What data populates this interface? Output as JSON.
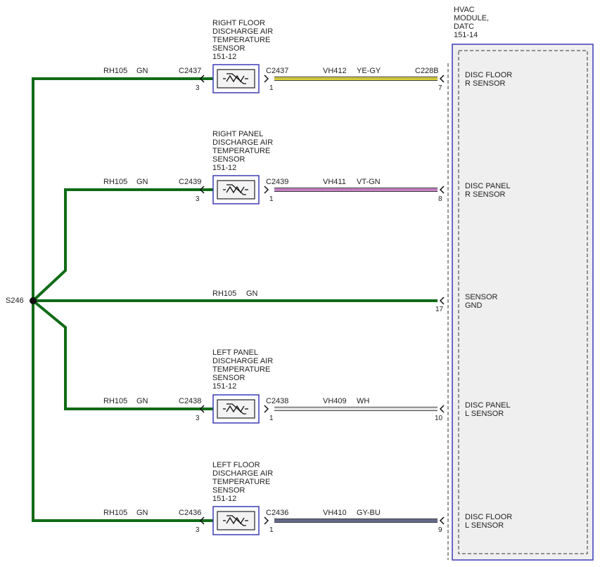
{
  "colors": {
    "ground_wire": "#0f6b16",
    "ye_gy": "#e8e23c",
    "vt_gn": "#d98ad9",
    "wh": "#ffffff",
    "gy_bu": "#6a6f98",
    "module_fill": "#efefef",
    "module_border": "#3b3bb5",
    "sensor_border": "#3b3bb5"
  },
  "splice": {
    "label": "S246"
  },
  "module": {
    "title_lines": [
      "HVAC",
      "MODULE,",
      "DATC",
      "151-14"
    ],
    "connector": "C228B"
  },
  "rows": [
    {
      "id": "rfl",
      "sensor_title": [
        "RIGHT FLOOR",
        "DISCHARGE AIR",
        "TEMPERATURE",
        "SENSOR",
        "151-12"
      ],
      "ground_circuit": "RH105",
      "ground_color": "GN",
      "connector": "C2437",
      "pin_left": "3",
      "pin_right": "1",
      "circuit": "VH412",
      "wire_color": "YE-GY",
      "module_pin": "7",
      "module_label": [
        "DISC FLOOR",
        "R SENSOR"
      ],
      "wire_key": "ye_gy"
    },
    {
      "id": "rpn",
      "sensor_title": [
        "RIGHT PANEL",
        "DISCHARGE AIR",
        "TEMPERATURE",
        "SENSOR",
        "151-12"
      ],
      "ground_circuit": "RH105",
      "ground_color": "GN",
      "connector": "C2439",
      "pin_left": "3",
      "pin_right": "1",
      "circuit": "VH411",
      "wire_color": "VT-GN",
      "module_pin": "8",
      "module_label": [
        "DISC PANEL",
        "R SENSOR"
      ],
      "wire_key": "vt_gn"
    },
    {
      "id": "lpn",
      "sensor_title": [
        "LEFT PANEL",
        "DISCHARGE AIR",
        "TEMPERATURE",
        "SENSOR",
        "151-12"
      ],
      "ground_circuit": "RH105",
      "ground_color": "GN",
      "connector": "C2438",
      "pin_left": "3",
      "pin_right": "1",
      "circuit": "VH409",
      "wire_color": "WH",
      "module_pin": "10",
      "module_label": [
        "DISC PANEL",
        "L SENSOR"
      ],
      "wire_key": "wh"
    },
    {
      "id": "lfl",
      "sensor_title": [
        "LEFT FLOOR",
        "DISCHARGE AIR",
        "TEMPERATURE",
        "SENSOR",
        "151-12"
      ],
      "ground_circuit": "RH105",
      "ground_color": "GN",
      "connector": "C2436",
      "pin_left": "3",
      "pin_right": "1",
      "circuit": "VH410",
      "wire_color": "GY-BU",
      "module_pin": "9",
      "module_label": [
        "DISC FLOOR",
        "L SENSOR"
      ],
      "wire_key": "gy_bu"
    }
  ],
  "ground_row": {
    "circuit": "RH105",
    "wire_color": "GN",
    "module_pin": "17",
    "module_label": [
      "SENSOR",
      "GND"
    ]
  }
}
